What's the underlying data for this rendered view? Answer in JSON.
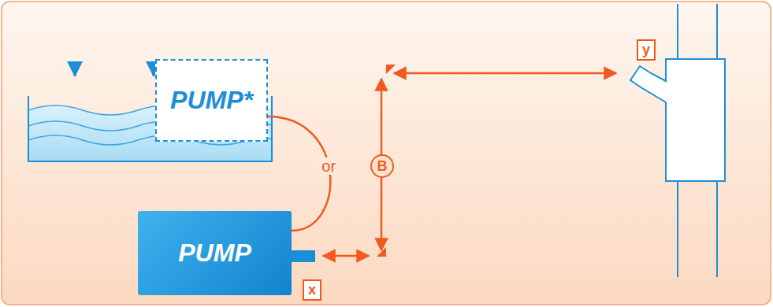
{
  "diagram": {
    "nodes": [
      {
        "text": [
          "PUMP*"
        ]
      },
      {
        "text": [
          "PUMP"
        ]
      }
    ],
    "edges": [
      {
        "from": 0,
        "to": 1,
        "arrow": "none",
        "label": "or"
      }
    ],
    "labels": [
      "y",
      "B",
      "x"
    ]
  }
}
